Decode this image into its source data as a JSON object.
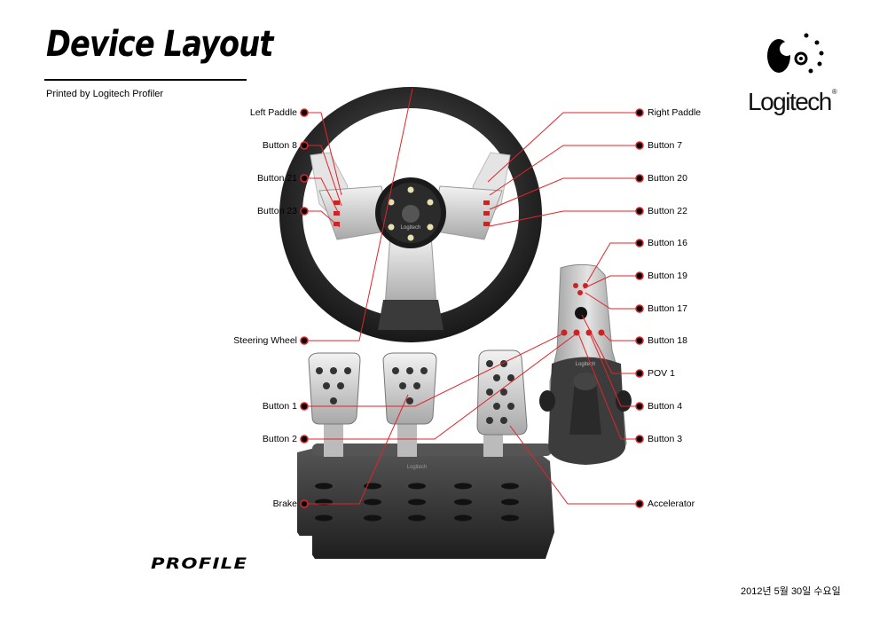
{
  "header": {
    "title": "Device Layout",
    "subtitle": "Printed by Logitech Profiler"
  },
  "brand": {
    "name": "Logitech",
    "registered": "®",
    "logo_icon": "logitech-eye-logo",
    "accent_color": "#000000"
  },
  "labels": {
    "left_paddle": "Left Paddle",
    "button_8": "Button 8",
    "button_21": "Button 21",
    "button_23": "Button 23",
    "steering_wheel": "Steering Wheel",
    "button_1": "Button 1",
    "button_2": "Button 2",
    "brake": "Brake",
    "right_paddle": "Right Paddle",
    "button_7": "Button 7",
    "button_20": "Button 20",
    "button_22": "Button 22",
    "button_16": "Button 16",
    "button_19": "Button 19",
    "button_17": "Button 17",
    "button_18": "Button 18",
    "pov_1": "POV 1",
    "button_4": "Button 4",
    "button_3": "Button 3",
    "accelerator": "Accelerator"
  },
  "device": {
    "wheel_brand": "Logitech",
    "shifter_brand": "Logitech",
    "pedal_brand": "Logitech"
  },
  "footer": {
    "product_logo": "PROFILE",
    "date": "2012년 5월 30일 수요일"
  },
  "colors": {
    "leader_line": "#e0242a",
    "marker_dot": "#000000"
  }
}
